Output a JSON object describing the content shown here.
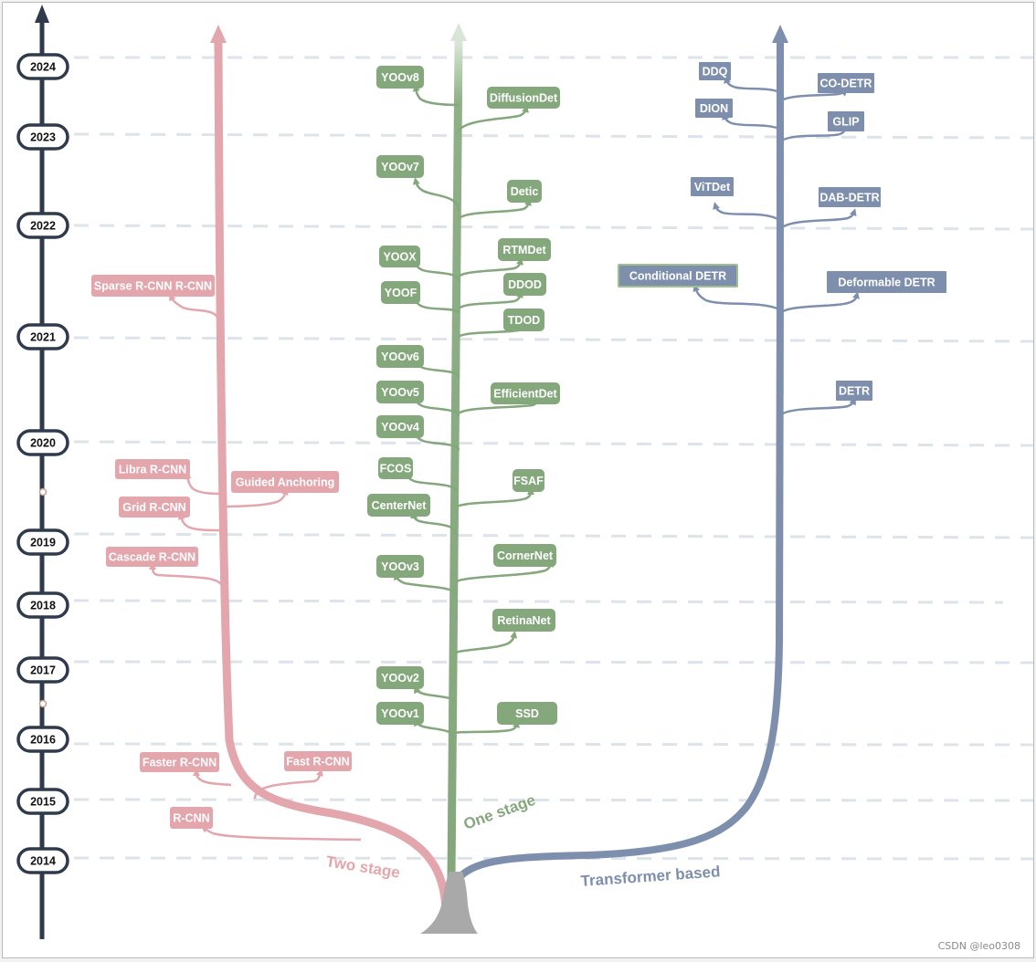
{
  "colors": {
    "two_stage": "#e3a6ad",
    "one_stage": "#84a77c",
    "transformer": "#7e8fae",
    "axis": "#2f3a4c",
    "dash": "#dde3eb",
    "trunk_base": "#a9a9a9"
  },
  "years": [
    "2024",
    "2023",
    "2022",
    "2021",
    "2020",
    "2019",
    "2018",
    "2017",
    "2016",
    "2015",
    "2014"
  ],
  "branches": {
    "two_stage": {
      "label": "Two stage"
    },
    "one_stage": {
      "label": "One stage"
    },
    "transformer": {
      "label": "Transformer based"
    }
  },
  "models": {
    "two_stage": [
      "Sparse R-CNN R-CNN",
      "Libra R-CNN",
      "Guided Anchoring",
      "Grid R-CNN",
      "Cascade R-CNN",
      "Faster R-CNN",
      "Fast R-CNN",
      "R-CNN"
    ],
    "one_stage": [
      "YOOv8",
      "DiffusionDet",
      "YOOv7",
      "Detic",
      "YOOX",
      "RTMDet",
      "YOOF",
      "DDOD",
      "TDOD",
      "YOOv6",
      "YOOv5",
      "EfficientDet",
      "YOOv4",
      "FCOS",
      "FSAF",
      "CenterNet",
      "CornerNet",
      "YOOv3",
      "RetinaNet",
      "YOOv2",
      "YOOv1",
      "SSD"
    ],
    "transformer": [
      "DDQ",
      "CO-DETR",
      "DION",
      "GLIP",
      "ViTDet",
      "DAB-DETR",
      "Conditional DETR",
      "Deformable DETR",
      "DETR"
    ]
  },
  "watermark": "CSDN @leo0308"
}
